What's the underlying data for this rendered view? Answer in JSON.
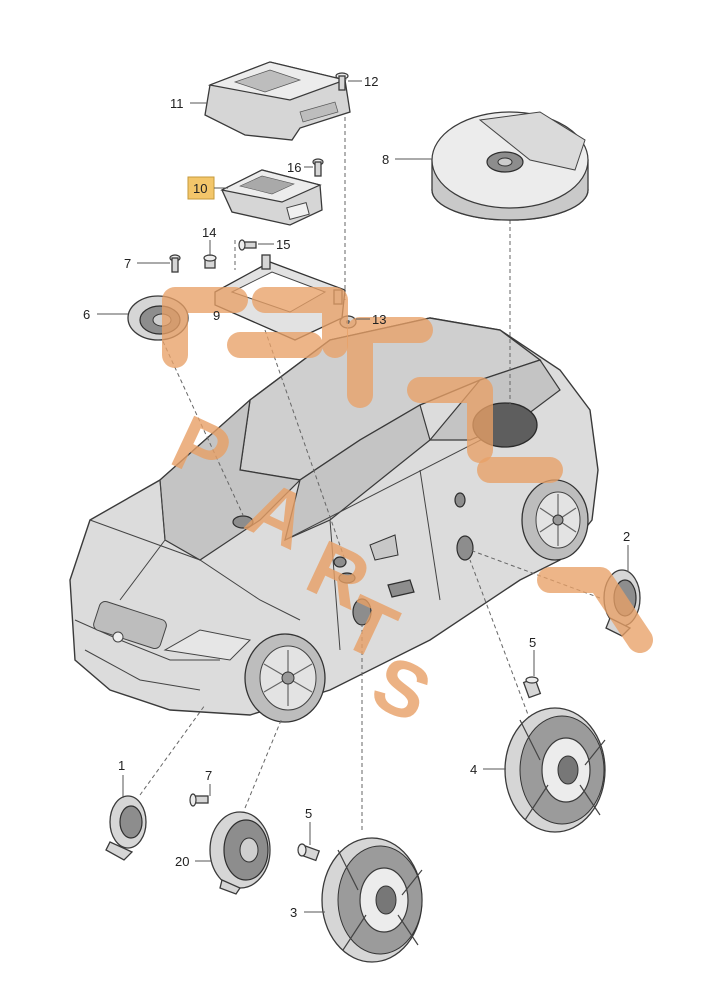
{
  "diagram": {
    "callouts": [
      {
        "id": "c1",
        "label": "1"
      },
      {
        "id": "c2",
        "label": "2"
      },
      {
        "id": "c3",
        "label": "3"
      },
      {
        "id": "c4",
        "label": "4"
      },
      {
        "id": "c5a",
        "label": "5"
      },
      {
        "id": "c5b",
        "label": "5"
      },
      {
        "id": "c6",
        "label": "6"
      },
      {
        "id": "c7a",
        "label": "7"
      },
      {
        "id": "c7b",
        "label": "7"
      },
      {
        "id": "c8",
        "label": "8"
      },
      {
        "id": "c9",
        "label": "9"
      },
      {
        "id": "c10",
        "label": "10",
        "highlighted": true
      },
      {
        "id": "c11",
        "label": "11"
      },
      {
        "id": "c12",
        "label": "12"
      },
      {
        "id": "c13",
        "label": "13"
      },
      {
        "id": "c14",
        "label": "14"
      },
      {
        "id": "c15",
        "label": "15"
      },
      {
        "id": "c16",
        "label": "16"
      },
      {
        "id": "c20",
        "label": "20"
      }
    ],
    "highlight_color": "#f3c66a",
    "watermark_color": "#e8a066"
  },
  "watermark": {
    "letters": [
      "P",
      "A",
      "R",
      "T",
      "S"
    ]
  }
}
